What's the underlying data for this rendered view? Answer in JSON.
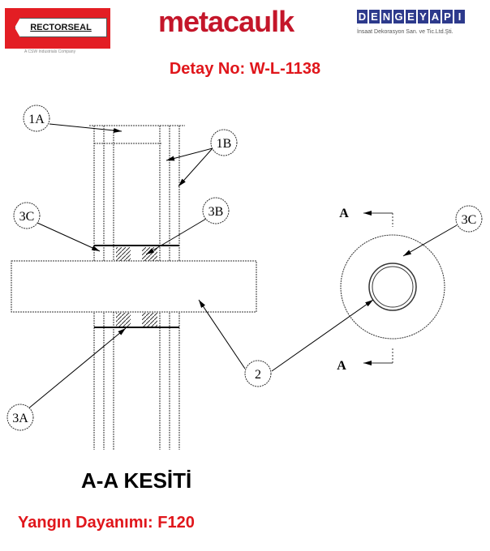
{
  "logos": {
    "rectorseal": "RECTORSEAL",
    "rectorseal_sub": "A CSW Industrials Company",
    "metacaulk": "metacaulk",
    "dengeyapi_letters": [
      "D",
      "E",
      "N",
      "G",
      "E",
      "Y",
      "A",
      "P",
      "I"
    ],
    "dengeyapi_sub": "İnsaat Dekorasyon San. ve Tic.Ltd.Şti."
  },
  "title": "Detay No: W-L-1138",
  "labels": {
    "l1A": "1A",
    "l1B": "1B",
    "l3C": "3C",
    "l3B": "3B",
    "l3A": "3A",
    "l2": "2",
    "l3C_right": "3C",
    "sectionA_top": "A",
    "sectionA_bottom": "A"
  },
  "section_title": "A-A KESİTİ",
  "fire_rating": "Yangın Dayanımı: F120",
  "colors": {
    "red": "#e0161b",
    "navy": "#2d3a8c"
  }
}
